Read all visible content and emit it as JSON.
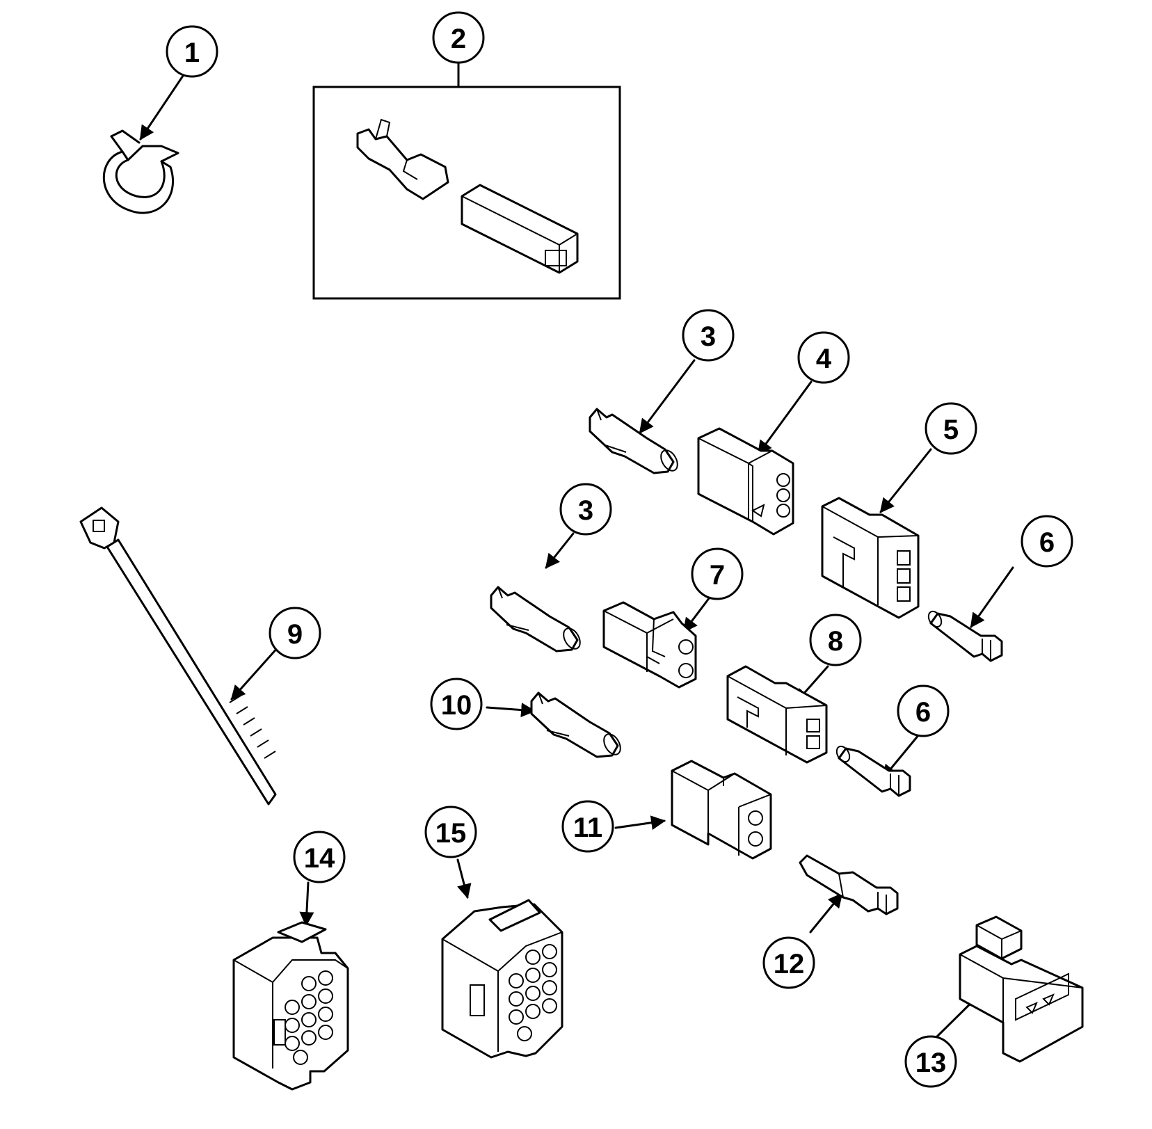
{
  "callouts": [
    {
      "label": "1",
      "part": "clamp"
    },
    {
      "label": "2",
      "part": "terminal-and-housing-kit"
    },
    {
      "label": "3",
      "part": "terminal-pin"
    },
    {
      "label": "3",
      "part": "terminal-pin"
    },
    {
      "label": "4",
      "part": "three-way-connector-housing"
    },
    {
      "label": "5",
      "part": "three-way-connector-housing"
    },
    {
      "label": "6",
      "part": "terminal-socket"
    },
    {
      "label": "6",
      "part": "terminal-socket"
    },
    {
      "label": "7",
      "part": "two-way-connector-housing"
    },
    {
      "label": "8",
      "part": "two-way-connector-housing"
    },
    {
      "label": "9",
      "part": "cable-tie"
    },
    {
      "label": "10",
      "part": "terminal-pin"
    },
    {
      "label": "11",
      "part": "two-way-connector-housing"
    },
    {
      "label": "12",
      "part": "terminal-socket"
    },
    {
      "label": "13",
      "part": "connector-housing"
    },
    {
      "label": "14",
      "part": "twelve-way-connector-housing"
    },
    {
      "label": "15",
      "part": "twelve-way-connector-housing"
    }
  ],
  "colors": {
    "line": "#000000",
    "fill": "#ffffff"
  }
}
